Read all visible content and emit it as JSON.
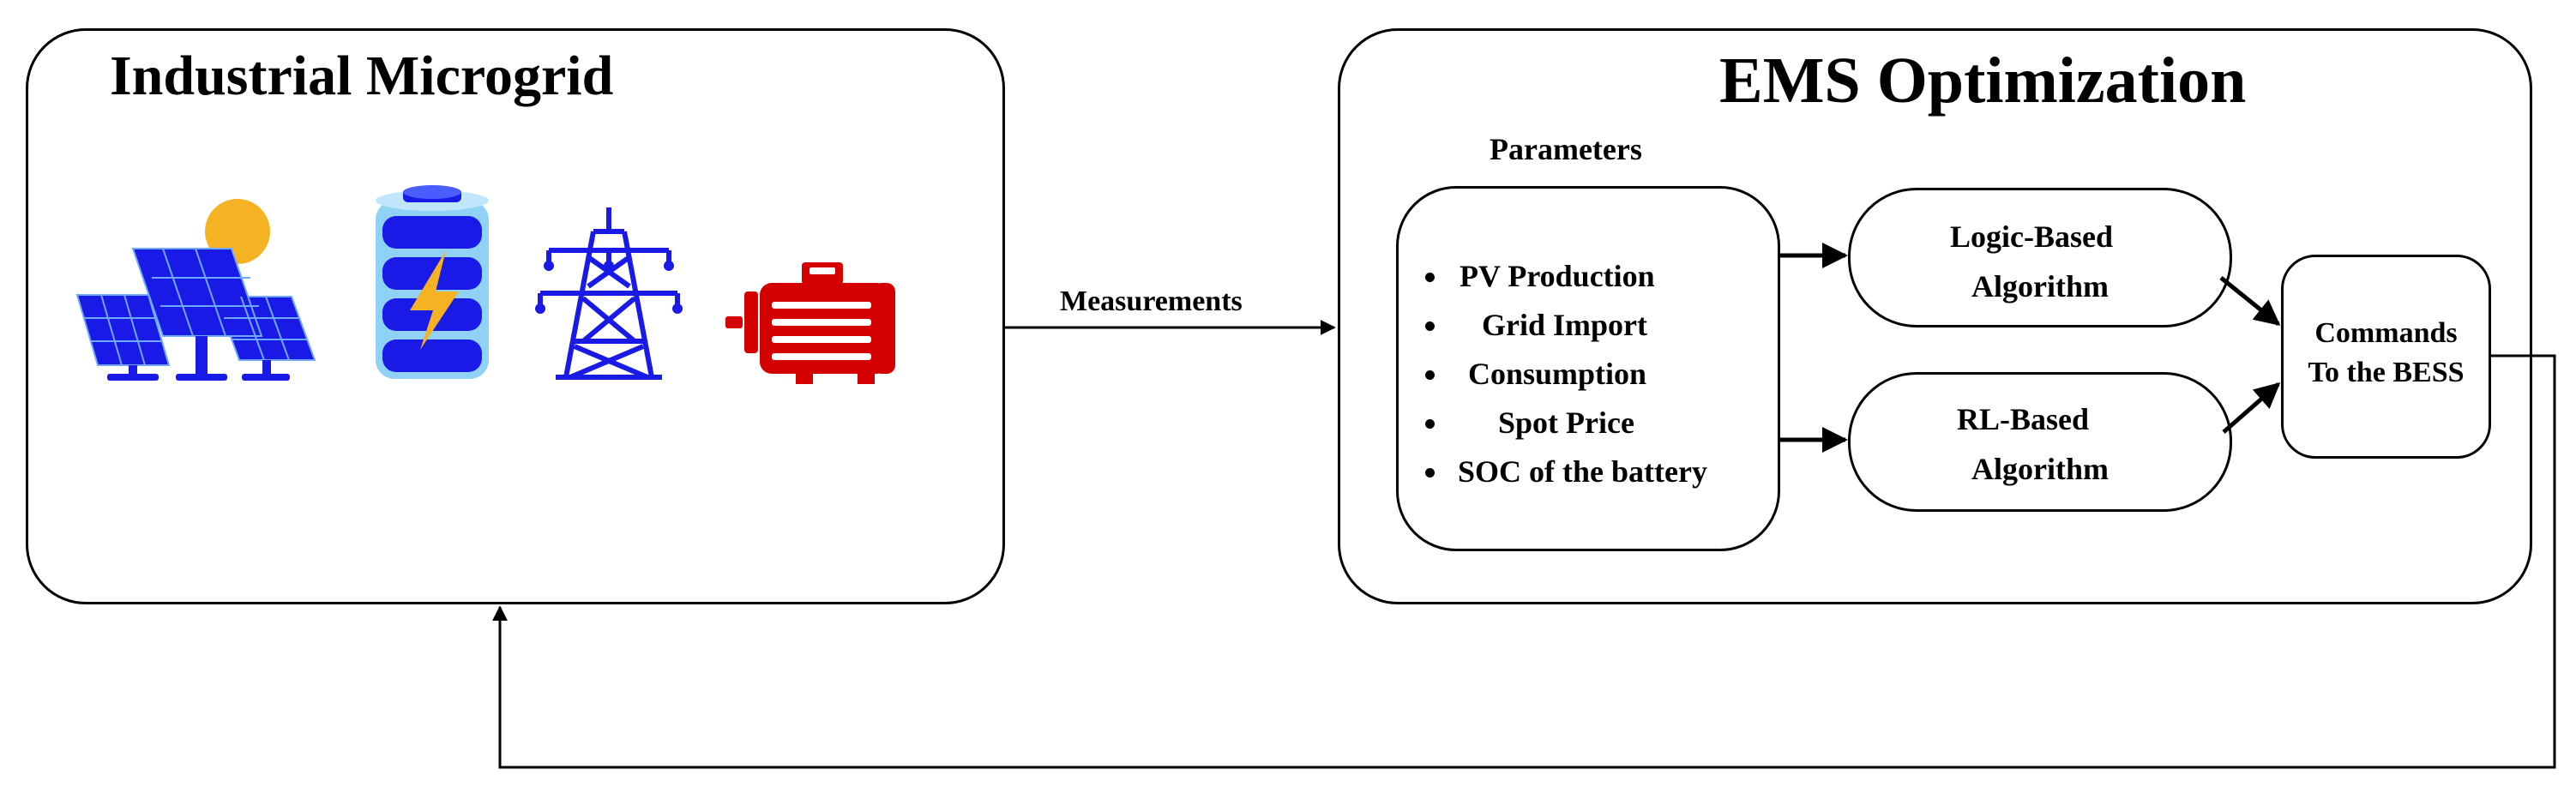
{
  "microgrid": {
    "title": "Industrial Microgrid",
    "icons": [
      "solar-panel-icon",
      "battery-icon",
      "transmission-tower-icon",
      "electric-motor-icon"
    ]
  },
  "ems": {
    "title": "EMS Optimization",
    "parameters_label": "Parameters",
    "parameters": [
      "PV Production",
      "Grid Import",
      "Consumption",
      "Spot Price",
      "SOC of the battery"
    ],
    "logic_algorithm": [
      "Logic-Based",
      "Algorithm"
    ],
    "rl_algorithm": [
      "RL-Based",
      "Algorithm"
    ],
    "commands": [
      "Commands",
      "To the BESS"
    ]
  },
  "arrows": {
    "measurements_label": "Measurements"
  },
  "colors": {
    "icon_blue": "#1a1ae6",
    "icon_red": "#d40000",
    "sun": "#f5b324",
    "bolt": "#f5b324"
  }
}
